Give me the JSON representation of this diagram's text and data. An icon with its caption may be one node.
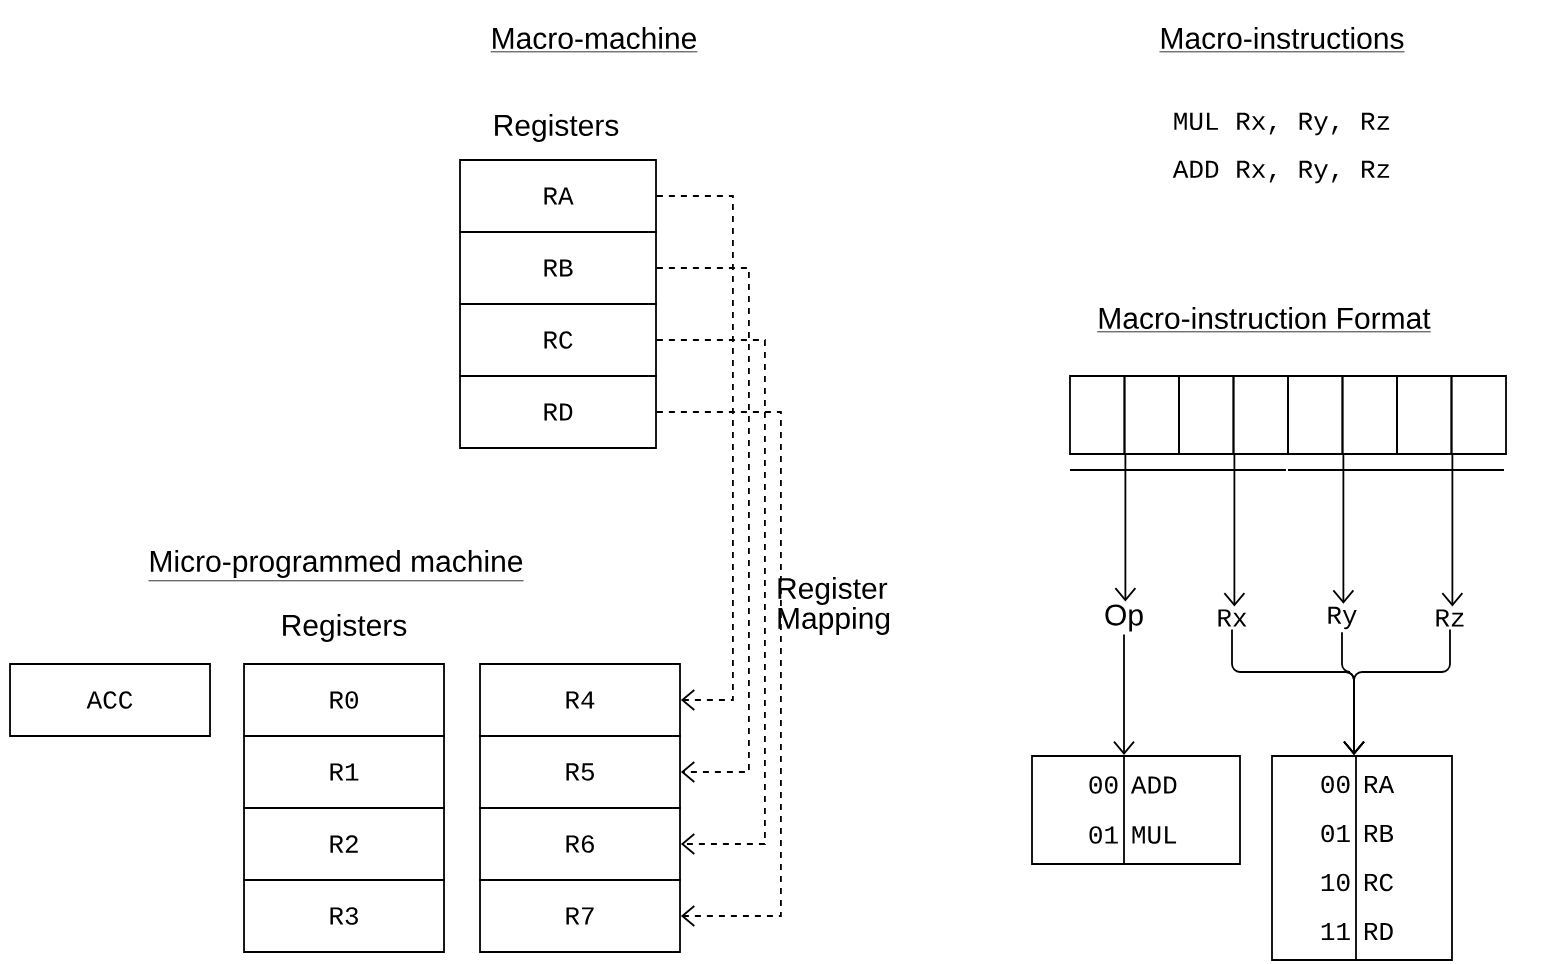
{
  "diagram": {
    "nodes": [
      {
        "text": [
          "RA"
        ]
      },
      {
        "text": [
          "RB"
        ]
      },
      {
        "text": [
          "RC"
        ]
      },
      {
        "text": [
          "RD"
        ]
      },
      {
        "text": [
          "ACC"
        ]
      },
      {
        "text": [
          "R0"
        ]
      },
      {
        "text": [
          "R1"
        ]
      },
      {
        "text": [
          "R2"
        ]
      },
      {
        "text": [
          "R3"
        ]
      },
      {
        "text": [
          "R4"
        ]
      },
      {
        "text": [
          "R5"
        ]
      },
      {
        "text": [
          "R6"
        ]
      },
      {
        "text": [
          "R7"
        ]
      },
      {
        "text": [],
        "shape": "box"
      },
      {
        "text": [],
        "shape": "box"
      },
      {
        "text": [],
        "shape": "box"
      },
      {
        "text": [],
        "shape": "box"
      },
      {
        "text": [],
        "shape": "box"
      },
      {
        "text": [],
        "shape": "box"
      },
      {
        "text": [],
        "shape": "box"
      },
      {
        "text": [],
        "shape": "box"
      },
      {
        "text": [
          "Op"
        ]
      },
      {
        "text": [
          "Rx"
        ]
      },
      {
        "text": [
          "Ry"
        ]
      },
      {
        "text": [
          "Rz"
        ]
      },
      {
        "text": [
          "00",
          "ADD",
          "01",
          "MUL"
        ]
      },
      {
        "text": [
          "00",
          "RA",
          "01",
          "RB",
          "10",
          "RC",
          "11",
          "RD"
        ]
      }
    ],
    "edges": [
      {
        "from": 0,
        "to": 9,
        "arrow": "to",
        "style": "dashed"
      },
      {
        "from": 1,
        "to": 10,
        "arrow": "to",
        "style": "dashed"
      },
      {
        "from": 2,
        "to": 11,
        "arrow": "to",
        "style": "dashed"
      },
      {
        "from": 3,
        "to": 12,
        "arrow": "to",
        "style": "dashed"
      },
      {
        "from": 13,
        "to": 21,
        "arrow": "to"
      },
      {
        "from": 15,
        "to": 22,
        "arrow": "to"
      },
      {
        "from": 17,
        "to": 23,
        "arrow": "to"
      },
      {
        "from": 19,
        "to": 24,
        "arrow": "to"
      },
      {
        "from": 21,
        "to": 25,
        "arrow": "to"
      },
      {
        "from": 22,
        "to": 26,
        "arrow": "to"
      },
      {
        "from": 23,
        "to": 26,
        "arrow": "to"
      },
      {
        "from": 24,
        "to": 26,
        "arrow": "to"
      }
    ],
    "labels": [
      "Macro-machine",
      "Macro-instructions",
      "Registers",
      "MUL Rx, Ry, Rz",
      "ADD Rx, Ry, Rz",
      "Macro-instruction Format",
      "Micro-programmed machine",
      "Register Mapping",
      "Registers"
    ]
  }
}
